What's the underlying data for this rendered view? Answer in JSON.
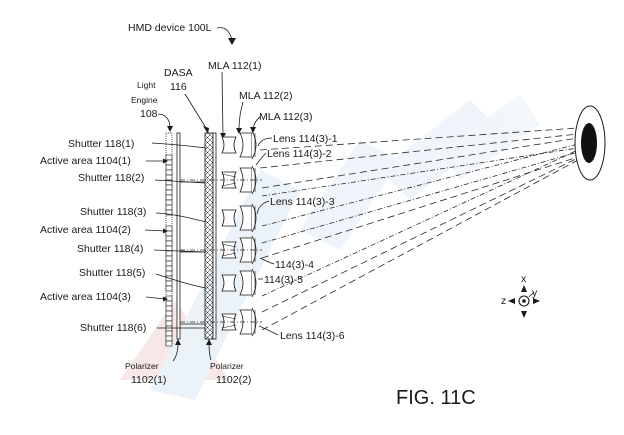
{
  "figure": {
    "title": "FIG. 11C",
    "device_label": "HMD device 100L"
  },
  "labels": {
    "light_engine": [
      "Light",
      "Engine",
      "108"
    ],
    "dasa": [
      "DASA",
      "116"
    ],
    "mla_1": "MLA 112(1)",
    "mla_2": "MLA 112(2)",
    "mla_3": "MLA 112(3)",
    "shutters": [
      "Shutter 118(1)",
      "Shutter 118(2)",
      "Shutter 118(3)",
      "Shutter 118(4)",
      "Shutter 118(5)",
      "Shutter 118(6)"
    ],
    "active_areas": [
      "Active area 1104(1)",
      "Active area 1104(2)",
      "Active area 1104(3)"
    ],
    "lenses": [
      "Lens 114(3)-1",
      "Lens 114(3)-2",
      "Lens 114(3)-3",
      "114(3)-4",
      "114(3)-5",
      "Lens 114(3)-6"
    ],
    "polarizer_1": [
      "Polarizer",
      "1102(1)"
    ],
    "polarizer_2": [
      "Polarizer",
      "1102(2)"
    ]
  },
  "axes": {
    "x": "x",
    "y": "y",
    "z": "z"
  },
  "colors": {
    "ink": "#1a1a1a",
    "background": "#ffffff",
    "watermark_blue": "#dce8f4",
    "watermark_red": "#f6dede"
  }
}
